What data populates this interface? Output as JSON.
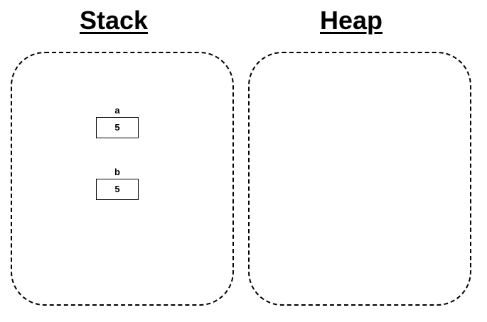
{
  "stack": {
    "title": "Stack",
    "variables": [
      {
        "name": "a",
        "value": "5"
      },
      {
        "name": "b",
        "value": "5"
      }
    ]
  },
  "heap": {
    "title": "Heap"
  }
}
